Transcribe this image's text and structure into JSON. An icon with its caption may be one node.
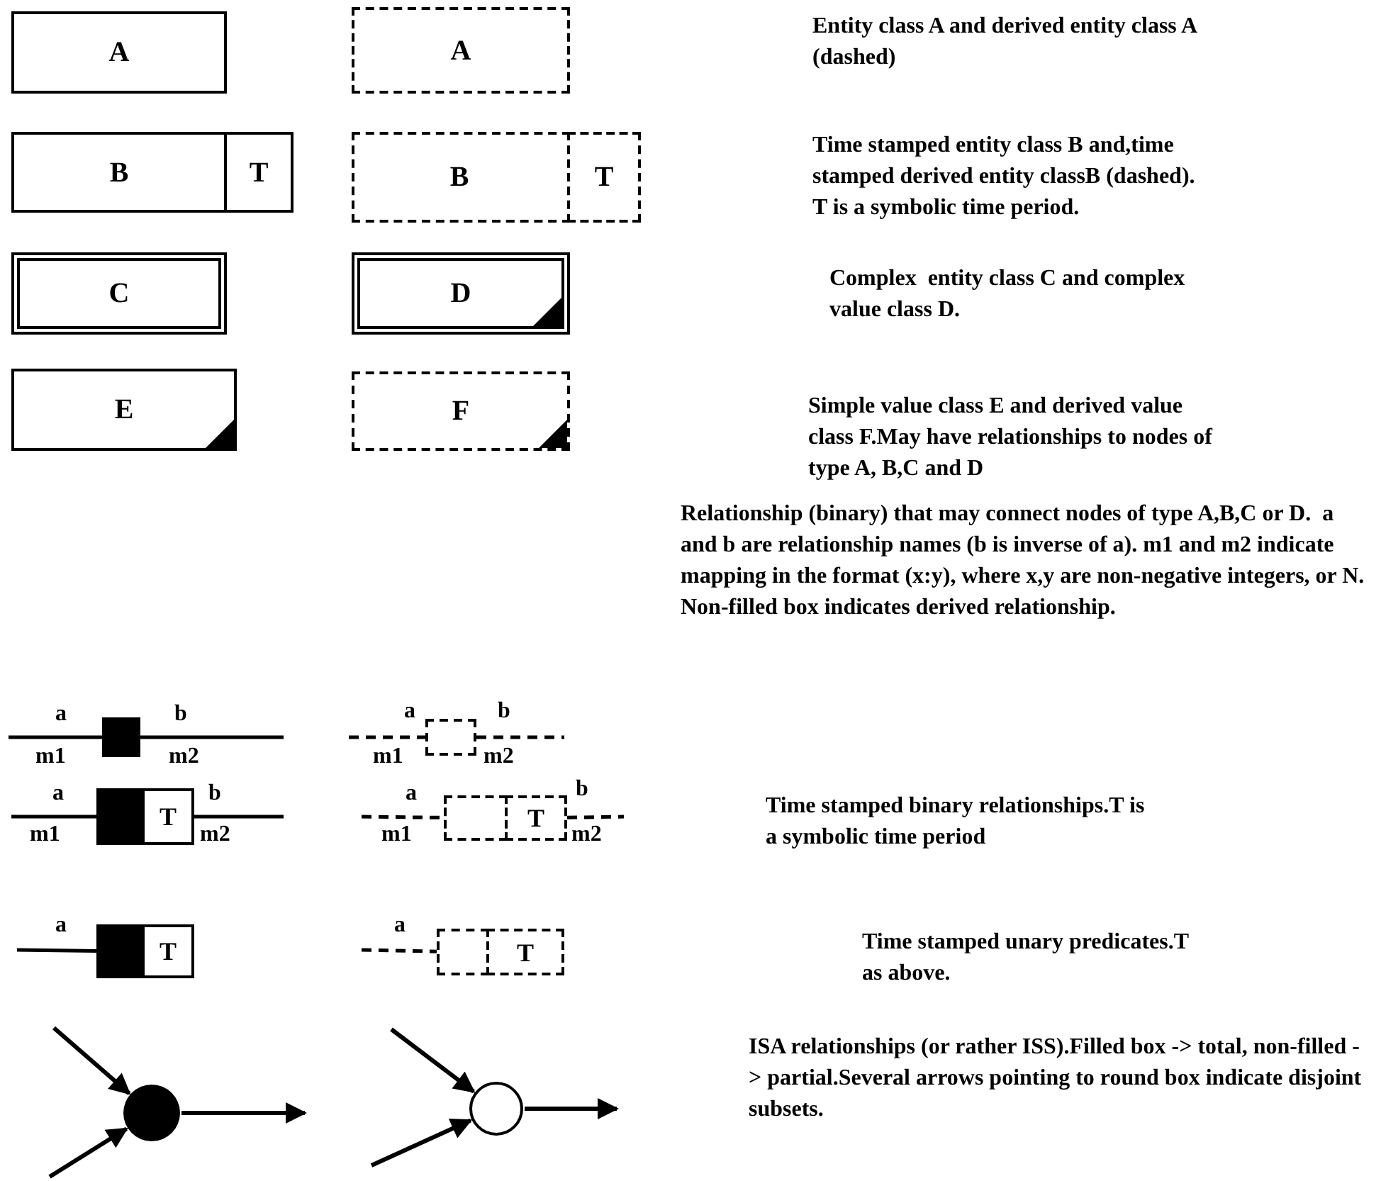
{
  "diagram": {
    "nodes": [
      {
        "text": [
          "A"
        ]
      },
      {
        "text": [
          "A"
        ]
      },
      {
        "text": [
          "B"
        ]
      },
      {
        "text": [
          "T"
        ]
      },
      {
        "text": [
          "B"
        ]
      },
      {
        "text": [
          "T"
        ],
        "in": 4
      },
      {
        "text": [
          "C"
        ]
      },
      {
        "text": [
          "D"
        ]
      },
      {
        "text": [
          "E"
        ]
      },
      {
        "text": [
          "F"
        ]
      },
      {
        "text": [],
        "shape": "box"
      },
      {
        "text": [],
        "shape": "box"
      },
      {
        "text": [],
        "shape": "box"
      },
      {
        "text": [
          "T"
        ]
      },
      {
        "text": [],
        "shape": "box"
      },
      {
        "text": [
          "T"
        ]
      },
      {
        "text": [],
        "shape": "box"
      },
      {
        "text": [
          "T"
        ]
      },
      {
        "text": [],
        "shape": "box"
      },
      {
        "text": [
          "T"
        ]
      },
      {
        "text": [],
        "shape": "circle"
      },
      {
        "text": [],
        "shape": "circle"
      }
    ],
    "edges": [
      {
        "from": null,
        "to": 10,
        "arrow": "none",
        "label": "a"
      },
      {
        "from": 10,
        "to": null,
        "arrow": "none",
        "label": "b"
      },
      {
        "from": null,
        "to": 11,
        "arrow": "none",
        "label": "a",
        "style": "dashed"
      },
      {
        "from": 11,
        "to": null,
        "arrow": "none",
        "label": "b",
        "style": "dashed"
      },
      {
        "from": null,
        "to": 12,
        "arrow": "none",
        "label": "a"
      },
      {
        "from": 13,
        "to": null,
        "arrow": "none",
        "label": "b"
      },
      {
        "from": null,
        "to": 14,
        "arrow": "none",
        "label": "a",
        "style": "dashed"
      },
      {
        "from": 15,
        "to": null,
        "arrow": "none",
        "label": "b",
        "style": "dashed"
      },
      {
        "from": null,
        "to": 16,
        "arrow": "none",
        "label": "a"
      },
      {
        "from": null,
        "to": 18,
        "arrow": "none",
        "label": "a",
        "style": "dashed"
      },
      {
        "from": null,
        "to": 20,
        "arrow": "to"
      },
      {
        "from": null,
        "to": 20,
        "arrow": "to"
      },
      {
        "from": 20,
        "to": null,
        "arrow": "to"
      },
      {
        "from": null,
        "to": 21,
        "arrow": "to"
      },
      {
        "from": null,
        "to": 21,
        "arrow": "to"
      },
      {
        "from": 21,
        "to": null,
        "arrow": "to"
      }
    ],
    "labels": [
      "Entity class A and derived entity class A (dashed)",
      "Time stamped entity class B and,time stamped derived entity classB (dashed). T is a symbolic time period.",
      "Complex  entity class C and complex value class D.",
      "Simple value class E and derived value class F.May have relationships to nodes of type A, B,C and D",
      "m1",
      "m2",
      "m1",
      "m2",
      "Relationship (binary) that may connect nodes of type A,B,C or D.  a and b are relationship names (b is inverse of a). m1 and m2 indicate mapping in the format (x:y), where x,y are non-negative integers, or N. Non-filled box indicates derived relationship.",
      "m1",
      "m2",
      "m1",
      "m2",
      "Time stamped binary relationships.T is a symbolic time period",
      "Time stamped unary predicates.T as above.",
      "ISA relationships (or rather ISS).Filled box -> total, non-filled -> partial.Several arrows pointing to round box indicate disjoint subsets."
    ]
  }
}
